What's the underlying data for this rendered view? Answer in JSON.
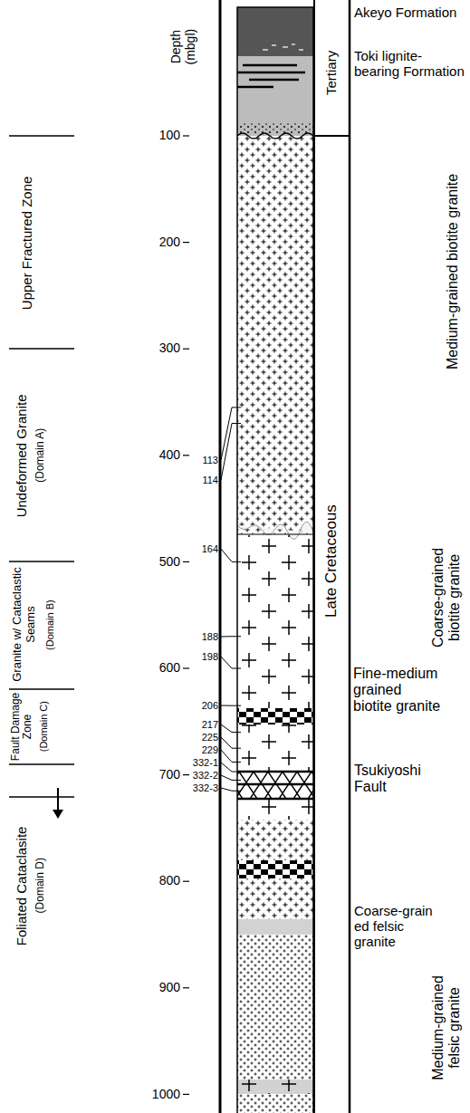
{
  "diagram": {
    "labels": [
      "Depth (mbgl)",
      "100",
      "200",
      "300",
      "400",
      "500",
      "600",
      "700",
      "800",
      "900",
      "1000",
      "Upper Fractured Zone",
      "Undeformed Granite",
      "(Domain A)",
      "Granite w/ Cataclastic Seams",
      "(Domain B)",
      "Fault Damage Zone",
      "(Domain C)",
      "Foliated Cataclasite",
      "(Domain D)",
      "113",
      "114",
      "164",
      "188",
      "198",
      "206",
      "217",
      "225",
      "229",
      "332-1",
      "332-2",
      "332-3",
      "Tertiary",
      "Late Cretaceous",
      "Akeyo Formation",
      "Toki lignite-bearing Formation",
      "Medium-grained biotite granite",
      "Coarse-grained biotite granite",
      "Fine-medium grained biotite granite",
      "Tsukiyoshi Fault",
      "Coarse-grain ed felsic granite",
      "Medium-grained felsic granite"
    ]
  }
}
